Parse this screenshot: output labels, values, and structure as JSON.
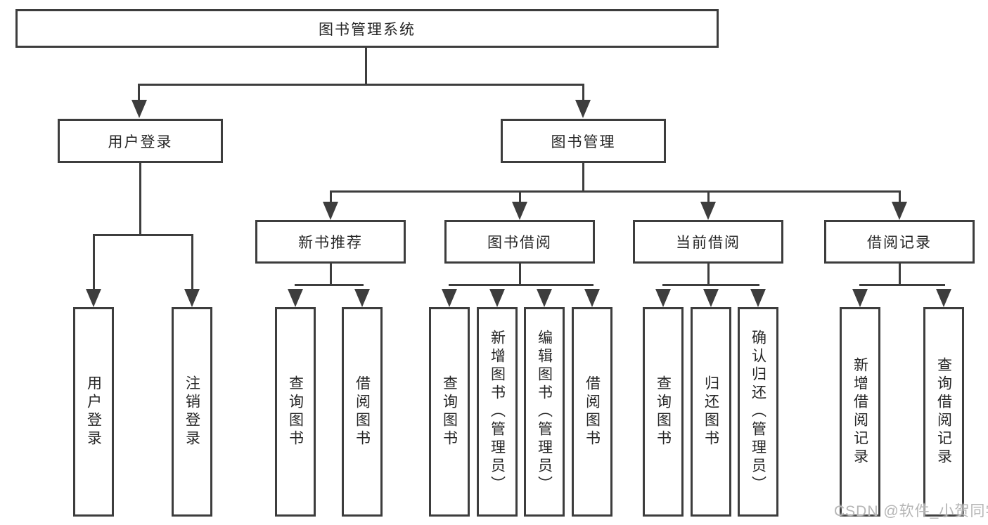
{
  "diagram": {
    "root": {
      "label": "图书管理系统"
    },
    "level2": [
      {
        "id": "user-login",
        "label": "用户登录"
      },
      {
        "id": "book-management",
        "label": "图书管理"
      }
    ],
    "level3": [
      {
        "id": "new-book-recommend",
        "label": "新书推荐",
        "parent": "图书管理"
      },
      {
        "id": "book-borrow",
        "label": "图书借阅",
        "parent": "图书管理"
      },
      {
        "id": "current-borrow",
        "label": "当前借阅",
        "parent": "图书管理"
      },
      {
        "id": "borrow-records",
        "label": "借阅记录",
        "parent": "图书管理"
      }
    ],
    "leaves": [
      {
        "id": "leaf-user-login",
        "label": "用户登录",
        "parent": "用户登录"
      },
      {
        "id": "leaf-logout",
        "label": "注销登录",
        "parent": "用户登录"
      },
      {
        "id": "leaf-query-books-1",
        "label": "查询图书",
        "parent": "新书推荐"
      },
      {
        "id": "leaf-borrow-books-1",
        "label": "借阅图书",
        "parent": "新书推荐"
      },
      {
        "id": "leaf-query-books-2",
        "label": "查询图书",
        "parent": "图书借阅"
      },
      {
        "id": "leaf-add-books",
        "label": "新增图书（管理员）",
        "parent": "图书借阅"
      },
      {
        "id": "leaf-edit-books",
        "label": "编辑图书（管理员）",
        "parent": "图书借阅"
      },
      {
        "id": "leaf-borrow-books-2",
        "label": "借阅图书",
        "parent": "图书借阅"
      },
      {
        "id": "leaf-query-books-3",
        "label": "查询图书",
        "parent": "当前借阅"
      },
      {
        "id": "leaf-return-books",
        "label": "归还图书",
        "parent": "当前借阅"
      },
      {
        "id": "leaf-confirm-return",
        "label": "确认归还（管理员）",
        "parent": "当前借阅"
      },
      {
        "id": "leaf-add-borrow-record",
        "label": "新增借阅记录",
        "parent": "借阅记录"
      },
      {
        "id": "leaf-query-borrow-record",
        "label": "查询借阅记录",
        "parent": "借阅记录"
      }
    ]
  },
  "watermark": {
    "text": "CSDN @软件_小贺同学"
  },
  "colors": {
    "line": "#3d3d3d",
    "text": "#262626",
    "background": "#ffffff",
    "watermark": "#b5b5b5"
  }
}
